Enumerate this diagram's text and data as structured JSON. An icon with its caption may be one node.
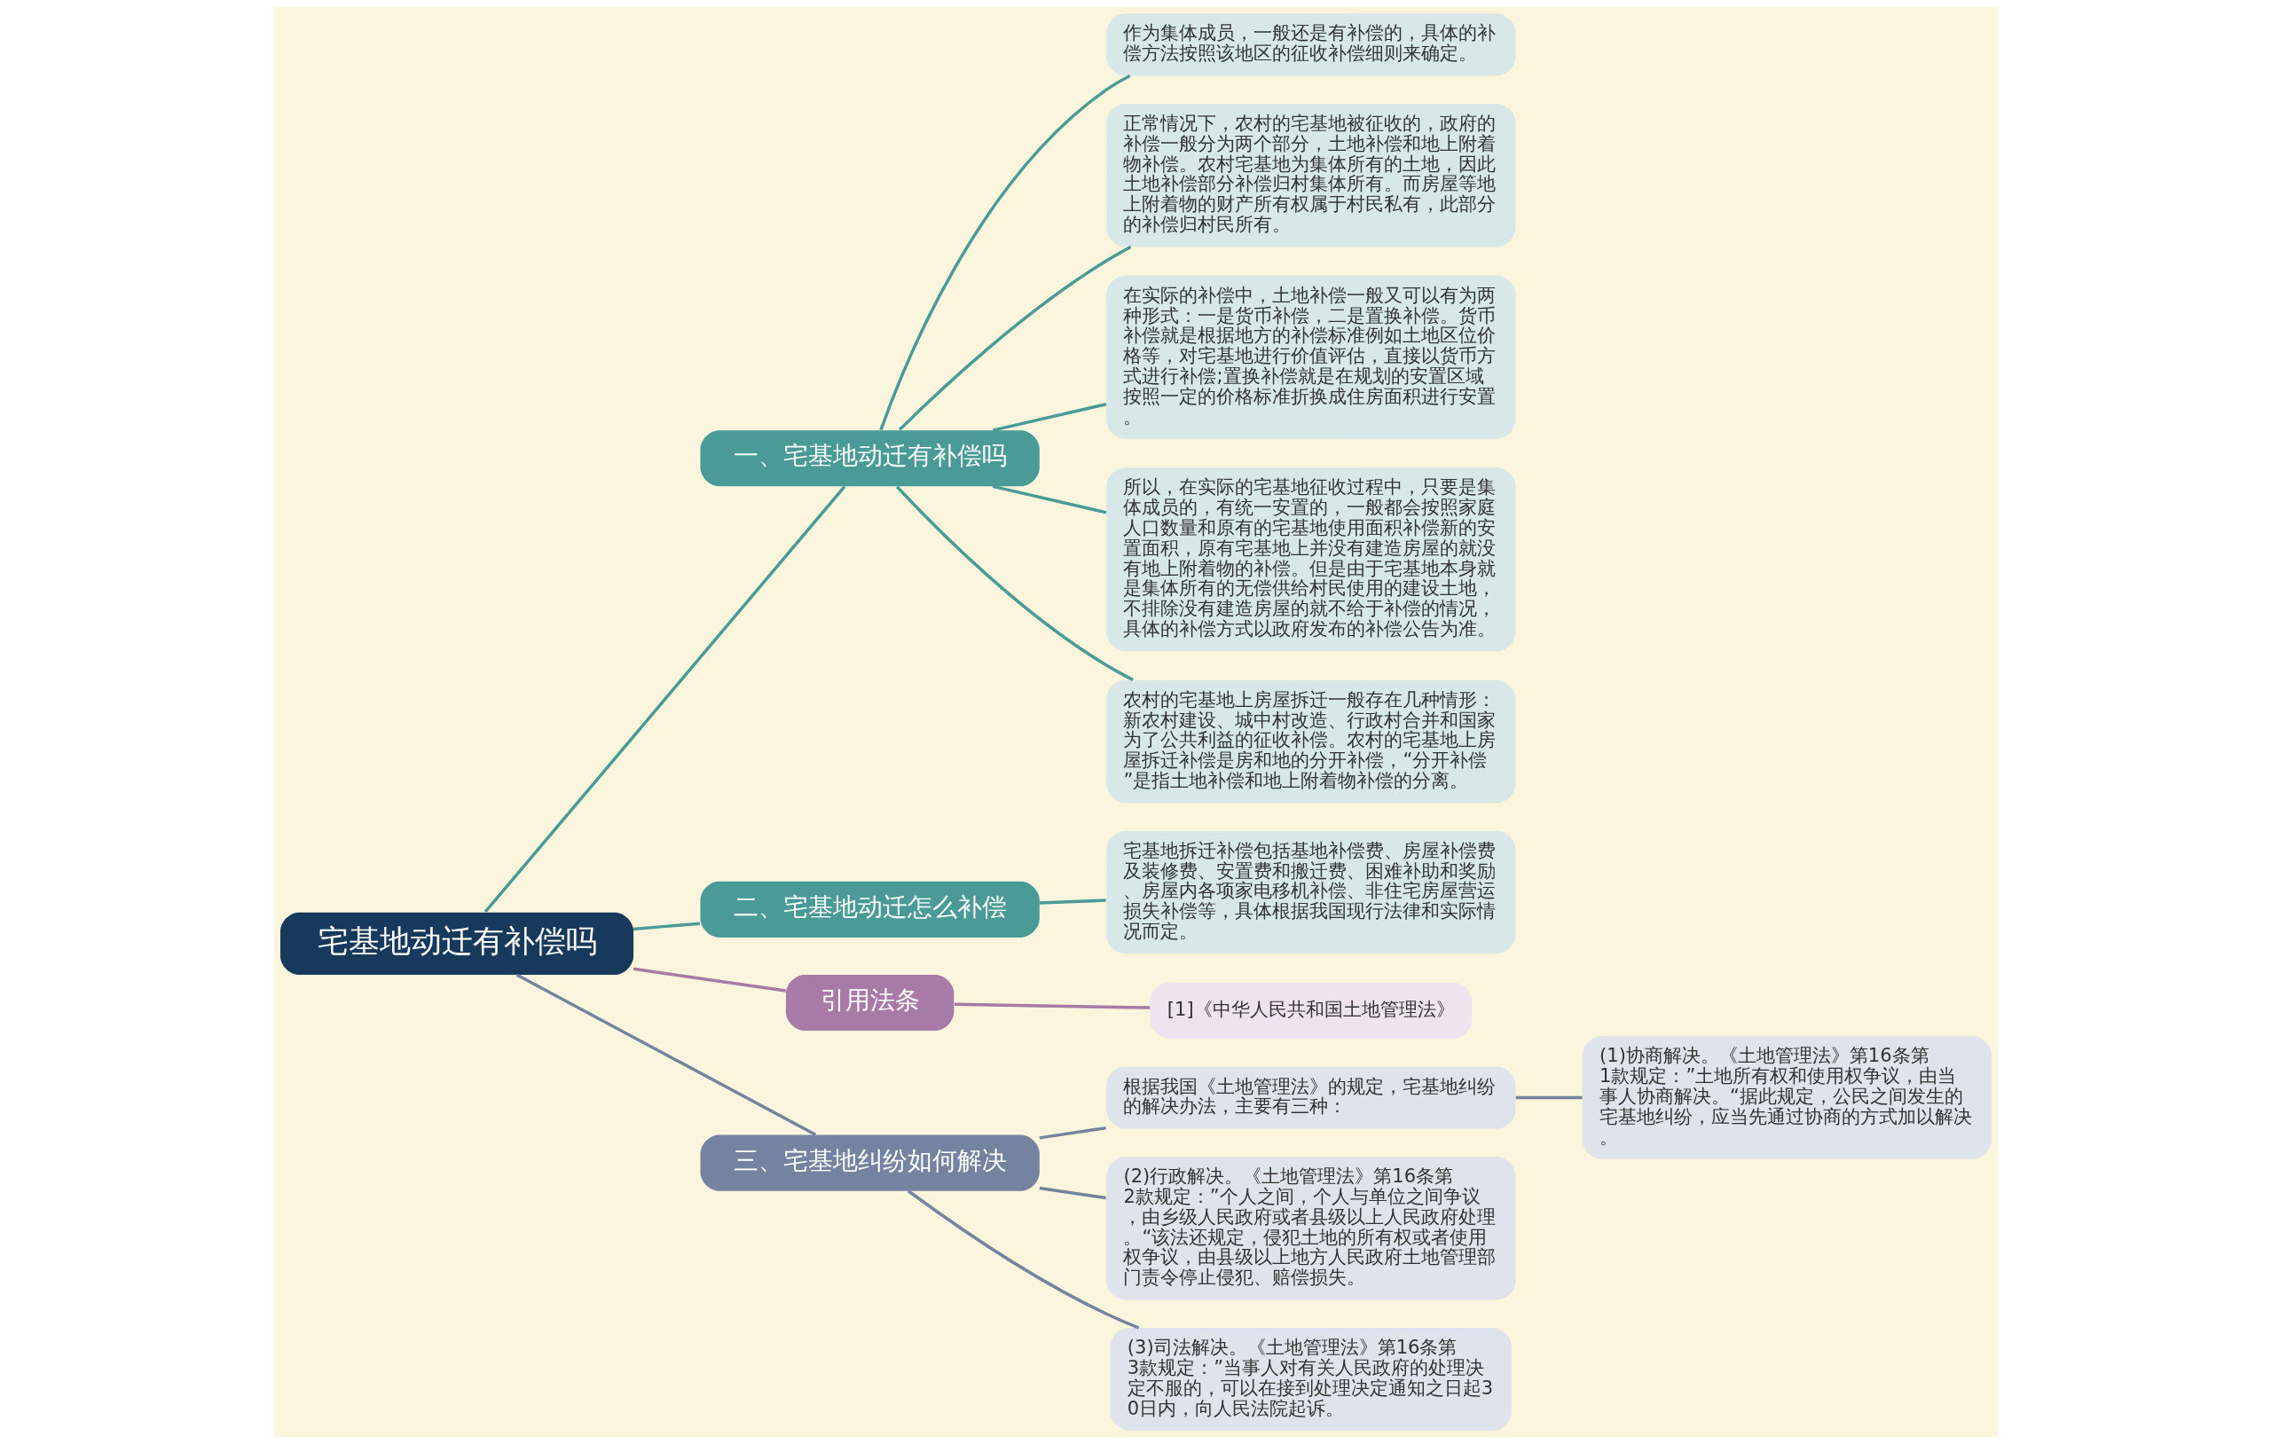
{
  "diagram": {
    "nodes": [
      {
        "text": [
          "宅基地动迁有补偿吗"
        ]
      },
      {
        "text": [
          "一、宅基地动迁有补偿吗"
        ]
      },
      {
        "text": [
          "作为集体成员，一般还是有补偿的，具体的补偿方法按照该地区的征收补偿细则来确定。"
        ]
      },
      {
        "text": [
          "正常情况下，农村的宅基地被征收的，政府的补偿一般分为两个部分，土地补偿和地上附着物补偿。农村宅基地为集体所有的土地，因此土地补偿部分补偿归村集体所有。而房屋等地上附着物的财产所有权属于村民私有，此部分的补偿归村民所有。"
        ]
      },
      {
        "text": [
          "在实际的补偿中，土地补偿一般又可以有为两种形式：一是货币补偿，二是置换补偿。货币补偿就是根据地方的补偿标准例如土地区位价格等，对宅基地进行价值评估，直接以货币方式进行补偿;置换补偿就是在规划的安置区域按照一定的价格标准折换成住房面积进行安置。"
        ]
      },
      {
        "text": [
          "所以，在实际的宅基地征收过程中，只要是集体成员的，有统一安置的，一般都会按照家庭人口数量和原有的宅基地使用面积补偿新的安置面积，原有宅基地上并没有建造房屋的就没有地上附着物的补偿。但是由于宅基地本身就是集体所有的无偿供给村民使用的建设土地，不排除没有建造房屋的就不给于补偿的情况，具体的补偿方式以政府发布的补偿公告为准。"
        ]
      },
      {
        "text": [
          "农村的宅基地上房屋拆迁一般存在几种情形：新农村建设、城中村改造、行政村合并和国家为了公共利益的征收补偿。农村的宅基地上房屋拆迁补偿是房和地的分开补偿，“分开补偿”是指土地补偿和地上附着物补偿的分离。"
        ]
      },
      {
        "text": [
          "二、宅基地动迁怎么补偿"
        ]
      },
      {
        "text": [
          "宅基地拆迁补偿包括基地补偿费、房屋补偿费及装修费、安置费和搬迁费、困难补助和奖励、房屋内各项家电移机补偿、非住宅房屋营运损失补偿等，具体根据我国现行法律和实际情况而定。"
        ]
      },
      {
        "text": [
          "引用法条"
        ]
      },
      {
        "text": [
          "[1]《中华人民共和国土地管理法》"
        ]
      },
      {
        "text": [
          "三、宅基地纠纷如何解决"
        ]
      },
      {
        "text": [
          "根据我国《土地管理法》的规定，宅基地纠纷的解决办法，主要有三种："
        ]
      },
      {
        "text": [
          "(1)协商解决。《土地管理法》第16条第1款规定：”土地所有权和使用权争议，由当事人协商解决。“据此规定，公民之间发生的宅基地纠纷，应当先通过协商的方式加以解决。"
        ]
      },
      {
        "text": [
          "(2)行政解决。《土地管理法》第16条第2款规定：”个人之间，个人与单位之间争议，由乡级人民政府或者县级以上人民政府处理。“该法还规定，侵犯土地的所有权或者使用权争议，由县级以上地方人民政府土地管理部门责令停止侵犯、赔偿损失。"
        ]
      },
      {
        "text": [
          "(3)司法解决。《土地管理法》第16条第3款规定：”当事人对有关人民政府的处理决定不服的，可以在接到处理决定通知之日起30日内，向人民法院起诉。"
        ]
      }
    ],
    "edges": [
      {
        "from": 0,
        "to": 1,
        "arrow": "none"
      },
      {
        "from": 1,
        "to": 2,
        "arrow": "none"
      },
      {
        "from": 1,
        "to": 3,
        "arrow": "none"
      },
      {
        "from": 1,
        "to": 4,
        "arrow": "none"
      },
      {
        "from": 1,
        "to": 5,
        "arrow": "none"
      },
      {
        "from": 1,
        "to": 6,
        "arrow": "none"
      },
      {
        "from": 0,
        "to": 7,
        "arrow": "none"
      },
      {
        "from": 7,
        "to": 8,
        "arrow": "none"
      },
      {
        "from": 0,
        "to": 9,
        "arrow": "none",
        "color": "#a77aa8"
      },
      {
        "from": 9,
        "to": 10,
        "arrow": "none",
        "color": "#a77aa8"
      },
      {
        "from": 0,
        "to": 11,
        "arrow": "none",
        "color": "#7483a0"
      },
      {
        "from": 11,
        "to": 12,
        "arrow": "none",
        "color": "#7483a0"
      },
      {
        "from": 12,
        "to": 13,
        "arrow": "none",
        "color": "#7483a0"
      },
      {
        "from": 11,
        "to": 14,
        "arrow": "none",
        "color": "#7483a0"
      },
      {
        "from": 11,
        "to": 15,
        "arrow": "none",
        "color": "#7483a0"
      }
    ]
  }
}
